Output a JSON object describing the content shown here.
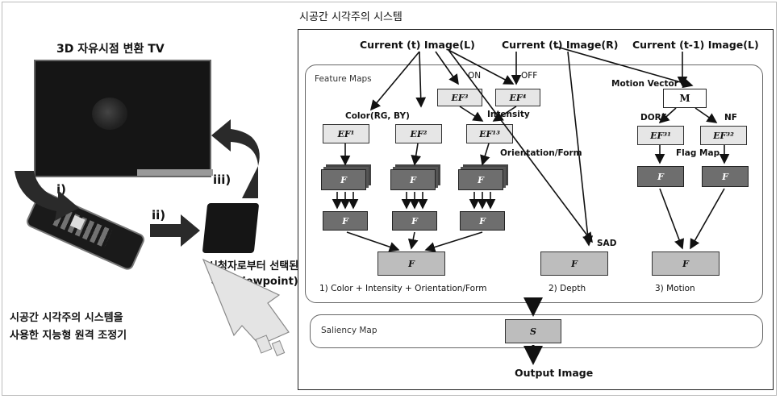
{
  "left_panel": {
    "title": "3D 자유시점 변환 TV",
    "step_labels": [
      "i)",
      "ii)",
      "iii)"
    ],
    "viewpoint_caption_line1": "시청자로부터 선택된",
    "viewpoint_caption_line2": "시점(viewpoint)",
    "remote_caption_line1": "시공간 시각주의 시스템을",
    "remote_caption_line2": "사용한 지능형 원격 조정기"
  },
  "right_panel": {
    "title": "시공간 시각주의 시스템",
    "inputs": [
      "Current (t) Image(L)",
      "Current (t) Image(R)",
      "Current (t-1) Image(L)"
    ],
    "feature_maps_label": "Feature Maps",
    "on_label": "ON",
    "off_label": "OFF",
    "intensity_label": "Intensity",
    "color_label": "Color(RG, BY)",
    "orientation_label": "Orientation/Form",
    "motion_vector_label": "Motion Vector",
    "dorf_label": "DORF",
    "nf_label": "NF",
    "flag_map_label": "Flag Map",
    "sad_label": "SAD",
    "boxes": {
      "ef3": "EF³",
      "ef4": "EF⁴",
      "ef1": "EF¹",
      "ef2": "EF²",
      "ef13": "EF¹³",
      "efd1": "EF³¹",
      "efd2": "EF³²",
      "m": "M",
      "f": "F",
      "s": "S"
    },
    "group_labels": [
      "1) Color + Intensity + Orientation/Form",
      "2) Depth",
      "3) Motion"
    ],
    "saliency_label": "Saliency Map",
    "output_label": "Output Image"
  },
  "colors": {
    "light_box": "#e6e6e6",
    "mid_box": "#bdbdbd",
    "dark_box": "#6e6e6e",
    "arrow": "#111111"
  }
}
